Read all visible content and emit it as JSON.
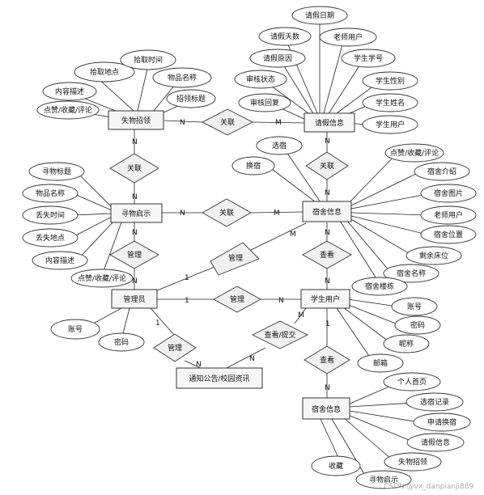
{
  "entities": {
    "lost_claim": "失物招领",
    "leave_info": "请假信息",
    "found_notice": "寻物启示",
    "dorm_info": "宿舍信息",
    "admin": "管理员",
    "student_user": "学生用户",
    "notice": "通知公告/校园资讯",
    "dorm_info2": "宿舍信息"
  },
  "relationships": {
    "r_claim_leave": "关联",
    "r_claim_found": "关联",
    "r_found_dorm": "关联",
    "r_leave_dorm": "关联",
    "r_found_admin": "管理",
    "r_admin_dorm": "管理",
    "r_admin_student": "管理",
    "r_dorm_student": "查看",
    "r_admin_notice": "管理",
    "r_student_notice": "查看/提交",
    "r_student_dorm2": "查看"
  },
  "cardinalities": {
    "claim_leave_left": "N",
    "claim_leave_right": "M",
    "claim_found_top": "N",
    "claim_found_bottom": "N",
    "found_dorm_left": "N",
    "found_dorm_right": "M",
    "leave_dorm_top": "N",
    "leave_dorm_bottom": "N",
    "found_admin_top": "N",
    "found_admin_bottom": "N",
    "admin_dorm_left": "1",
    "admin_dorm_right": "M",
    "admin_student_left": "1",
    "admin_student_right": "N",
    "dorm_student_top": "N",
    "dorm_student_bottom": "N",
    "admin_notice_top": "1",
    "admin_notice_bottom": "N",
    "student_notice_top": "M",
    "student_notice_bottom": "N",
    "student_dorm2_top": "1",
    "student_dorm2_bottom": "N"
  },
  "attributes": {
    "claim_pickup_place": "拾取地点",
    "claim_pickup_time": "拾取时间",
    "claim_content": "内容描述",
    "claim_item_name": "物品名称",
    "claim_like": "点赞/收藏/评论",
    "claim_title": "招领标题",
    "leave_days": "请假天数",
    "leave_date": "请假日期",
    "leave_reason": "请假原因",
    "leave_teacher": "老师用户",
    "leave_student_no": "学生学号",
    "leave_review_status": "审核状态",
    "leave_gender": "学生性别",
    "leave_review_reply": "审核回复",
    "leave_student_name": "学生姓名",
    "leave_student_user": "学生用户",
    "found_title": "寻物标题",
    "found_item_name": "物品名称",
    "found_lost_time": "丢失时间",
    "found_lost_place": "丢失地点",
    "found_content": "内容描述",
    "found_like": "点赞/收藏/评论",
    "dorm_select": "选宿",
    "dorm_swap": "换宿",
    "dorm_like": "点赞/收藏/评论",
    "dorm_intro": "宿舍介绍",
    "dorm_image": "宿舍图片",
    "dorm_teacher": "老师用户",
    "dorm_location": "宿舍位置",
    "dorm_beds": "剩余床位",
    "dorm_name": "宿舍名称",
    "dorm_building": "宿舍楼栋",
    "admin_account": "账号",
    "admin_password": "密码",
    "stu_account": "账号",
    "stu_password": "密码",
    "stu_nickname": "昵称",
    "stu_email": "邮箱",
    "d2_home": "个人首页",
    "d2_select_record": "选宿记录",
    "d2_swap_apply": "申请换宿",
    "d2_leave_info": "请假信息",
    "d2_lost_claim": "失物招领",
    "d2_found_notice": "寻物启示",
    "d2_favorite": "收藏"
  },
  "watermark": "CSDN @vx_danpianji889"
}
